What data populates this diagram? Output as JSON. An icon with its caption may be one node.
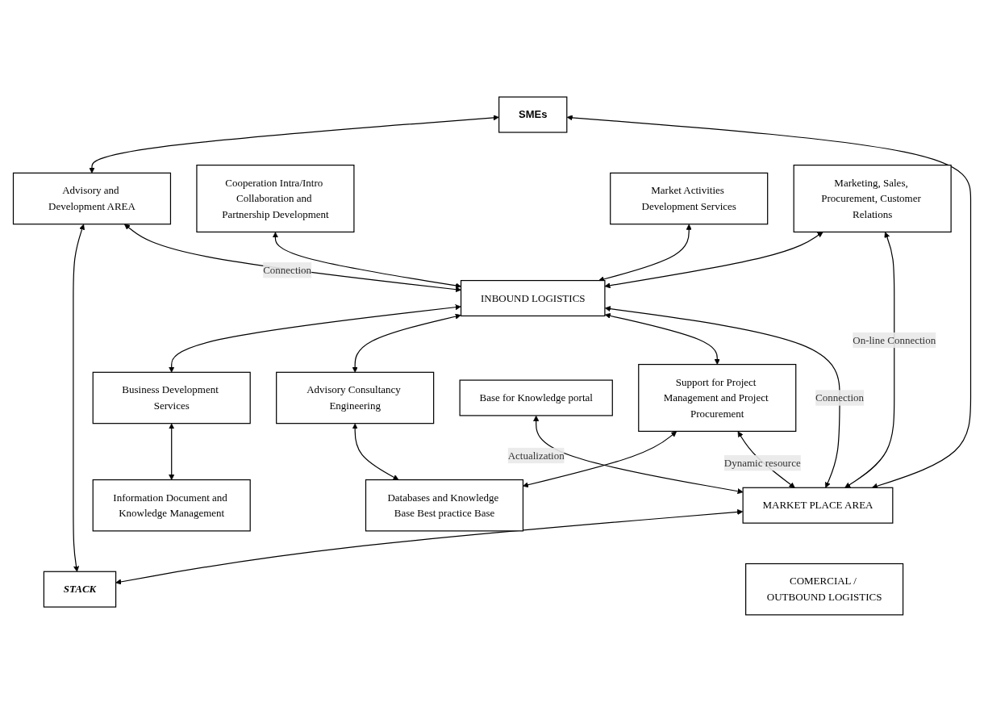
{
  "diagram": {
    "nodes": [
      {
        "text": [
          "SMEs"
        ]
      },
      {
        "text": [
          "Advisory and Development AREA"
        ]
      },
      {
        "text": [
          "STACK"
        ]
      },
      {
        "text": [
          "Cooperation Intra/Intro Collaboration and Partnership Development"
        ]
      },
      {
        "text": [
          "INBOUND LOGISTICS"
        ]
      },
      {
        "text": [
          "Business Development Services"
        ]
      },
      {
        "text": [
          "Information Document and Knowledge Management"
        ]
      },
      {
        "text": [
          "Advisory Consultancy Engineering"
        ]
      },
      {
        "text": [
          "Databases and Knowledge Base Best practice Base"
        ]
      },
      {
        "text": [
          "Market Activities Development Services"
        ]
      },
      {
        "text": [
          "Marketing, Sales, Procurement, Customer Relations"
        ]
      },
      {
        "text": [
          "Support for Project Management and Project Procurement"
        ]
      },
      {
        "text": [
          "Base for Knowledge portal"
        ]
      },
      {
        "text": [
          "MARKET PLACE AREA"
        ]
      },
      {
        "text": [
          "COMERCIAL / OUTBOUND LOGISTICS"
        ]
      }
    ],
    "edges": [
      {
        "from": 0,
        "to": 1,
        "arrow": "both"
      },
      {
        "from": 1,
        "to": 2,
        "arrow": "both"
      },
      {
        "from": 1,
        "to": 4,
        "arrow": "both",
        "label": "Connection"
      },
      {
        "from": 3,
        "to": 4,
        "arrow": "both"
      },
      {
        "from": 4,
        "to": 5,
        "arrow": "both"
      },
      {
        "from": 5,
        "to": 6,
        "arrow": "both"
      },
      {
        "from": 4,
        "to": 7,
        "arrow": "both"
      },
      {
        "from": 7,
        "to": 8,
        "arrow": "both"
      },
      {
        "from": 9,
        "to": 4,
        "arrow": "both"
      },
      {
        "from": 10,
        "to": 4,
        "arrow": "both"
      },
      {
        "from": 4,
        "to": 11,
        "arrow": "both"
      },
      {
        "from": 11,
        "to": 8,
        "arrow": "both"
      },
      {
        "from": 10,
        "to": 13,
        "arrow": "both",
        "label": "On-line Connection"
      },
      {
        "from": 4,
        "to": 13,
        "arrow": "both",
        "label": "Connection"
      },
      {
        "from": 11,
        "to": 13,
        "arrow": "both",
        "label": "Dynamic resource"
      },
      {
        "from": 12,
        "to": 13,
        "arrow": "both",
        "label": "Actualization"
      },
      {
        "from": 0,
        "to": 13,
        "arrow": "both"
      },
      {
        "from": 13,
        "to": 2,
        "arrow": "both"
      }
    ]
  }
}
